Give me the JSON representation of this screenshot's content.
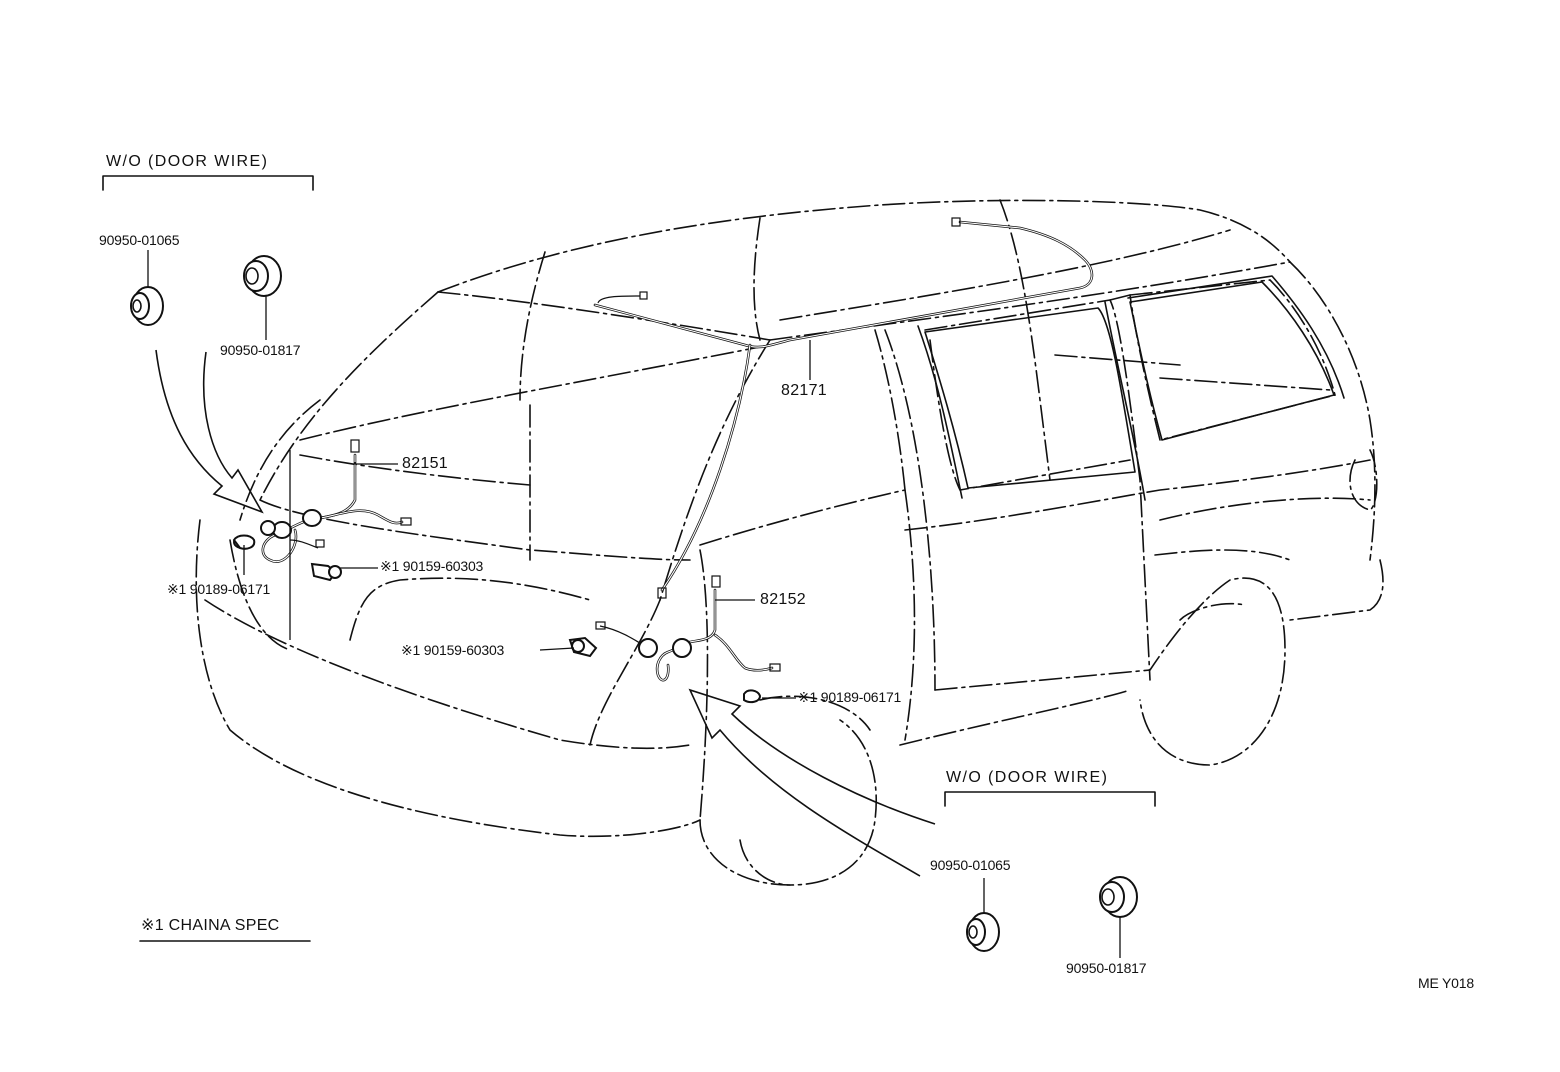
{
  "callouts": {
    "top_left_header": "W/O (DOOR  WIRE)",
    "bottom_right_header": "W/O (DOOR  WIRE)",
    "note": "※1 CHAINA  SPEC",
    "figure_code": "ME  Y018"
  },
  "parts": {
    "grommet_a_left": "90950-01065",
    "grommet_b_left": "90950-01817",
    "grommet_a_right": "90950-01065",
    "grommet_b_right": "90950-01817",
    "wire_roof": "82171",
    "wire_front_door": "82151",
    "wire_slide_door": "82152",
    "clamp_front": "※1 90159-60303",
    "clamp_rear": "※1 90159-60303",
    "clip_front": "※1 90189-06171",
    "clip_rear": "※1 90189-06171"
  }
}
